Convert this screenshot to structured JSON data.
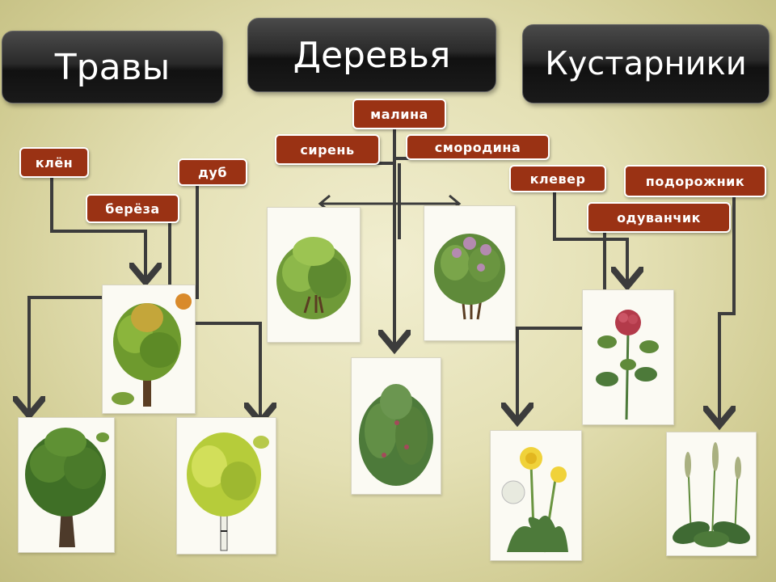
{
  "headers": {
    "grasses": "Травы",
    "trees": "Деревья",
    "shrubs": "Кустарники"
  },
  "labels": {
    "maple": "клён",
    "birch": "берёза",
    "oak": "дуб",
    "raspberry": "малина",
    "lilac": "сирень",
    "currant": "смородина",
    "clover": "клевер",
    "plantain": "подорожник",
    "dandelion": "одуванчик"
  },
  "colors": {
    "tag_bg": "#9a3214",
    "header_bg": "#1a1a1a",
    "line": "#3c3c3c"
  }
}
